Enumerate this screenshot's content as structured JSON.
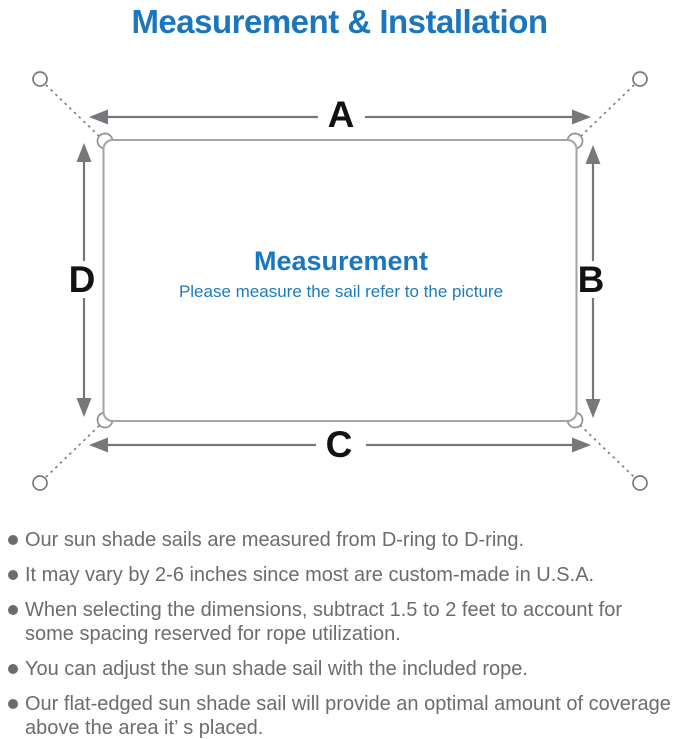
{
  "title": "Measurement & Installation",
  "diagram": {
    "labels": {
      "top": "A",
      "right": "B",
      "bottom": "C",
      "left": "D"
    },
    "center_title": "Measurement",
    "center_subtitle": "Please measure the sail refer to the picture"
  },
  "notes": [
    "Our sun shade sails are measured from D-ring to D-ring.",
    "It may vary by 2-6 inches since most are custom-made in U.S.A.",
    "When selecting the dimensions, subtract 1.5 to 2 feet to account for some spacing reserved for rope utilization.",
    "You can adjust the sun shade sail with the included rope.",
    "Our flat-edged sun shade sail will provide an optimal amount of coverage above the area it’ s placed."
  ],
  "colors": {
    "accent_blue": "#1b76bd",
    "line_gray": "#77787b",
    "outline_gray": "#a3a5a8",
    "note_gray": "#6b6c6f",
    "label_black": "#121212"
  }
}
